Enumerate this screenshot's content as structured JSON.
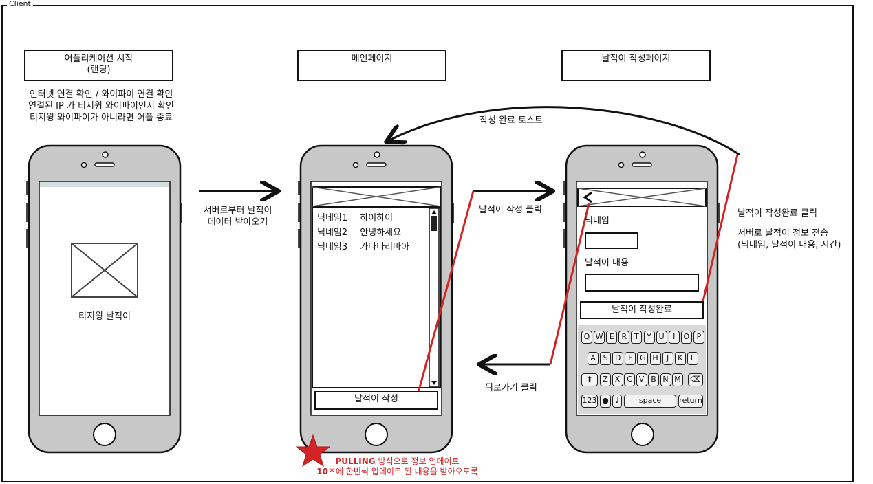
{
  "frame": {
    "title": "Client"
  },
  "screens": {
    "start": {
      "line1": "어플리케이션 시작",
      "line2": "(랜딩)"
    },
    "main": {
      "title": "메인페이지"
    },
    "write": {
      "title": "날적이 작성페이지"
    }
  },
  "start_notes": [
    "인터넷 연결 확인 / 와이파이 연결 확인",
    "연결된 IP 가 티지윙 와이파이인지 확인",
    "티지윙 와이파이가 아니라면 어플 종료"
  ],
  "phone1": {
    "app_name": "티지윙 날적이"
  },
  "phone2": {
    "list": [
      {
        "nick": "닉네임1",
        "msg": "하이하이"
      },
      {
        "nick": "닉네임2",
        "msg": "안녕하세요"
      },
      {
        "nick": "닉네임3",
        "msg": "가나다리마아"
      }
    ],
    "write_button": "날적이 작성"
  },
  "phone3": {
    "nick_label": "닉네임",
    "content_label": "날적이 내용",
    "submit_button": "날적이 작성완료",
    "keyboard": {
      "row1": [
        "Q",
        "W",
        "E",
        "R",
        "T",
        "Y",
        "U",
        "I",
        "O",
        "P"
      ],
      "row2": [
        "A",
        "S",
        "D",
        "F",
        "G",
        "H",
        "J",
        "K",
        "L"
      ],
      "row3": [
        "Z",
        "X",
        "C",
        "V",
        "B",
        "N",
        "M"
      ],
      "num_key": "123",
      "space_key": "space",
      "return_key": "return"
    }
  },
  "arrows": {
    "receive": {
      "line1": "서버로부터 날적이",
      "line2": "데이터 받아오기"
    },
    "write_click": "날적이 작성 클릭",
    "back_click": "뒤로가기 클릭",
    "toast": "작성 완료 토스트",
    "submit_click": "날적이 작성완료 클릭",
    "send_line1": "서버로 날적이 정보 전송",
    "send_line2": "(닉네임, 날적이 내용, 시간)"
  },
  "polling": {
    "line1_bold": "PULLING",
    "line1_rest": " 방식으로 정보 업데이트",
    "line2_bold": "10",
    "line2_rest": "초에 한번씩 업데이트 된 내용을 받아오도록"
  },
  "colors": {
    "accent_red": "#d22424",
    "phone_body": "#c8c8c8",
    "screen_top_bar": "#d5dfe0"
  }
}
